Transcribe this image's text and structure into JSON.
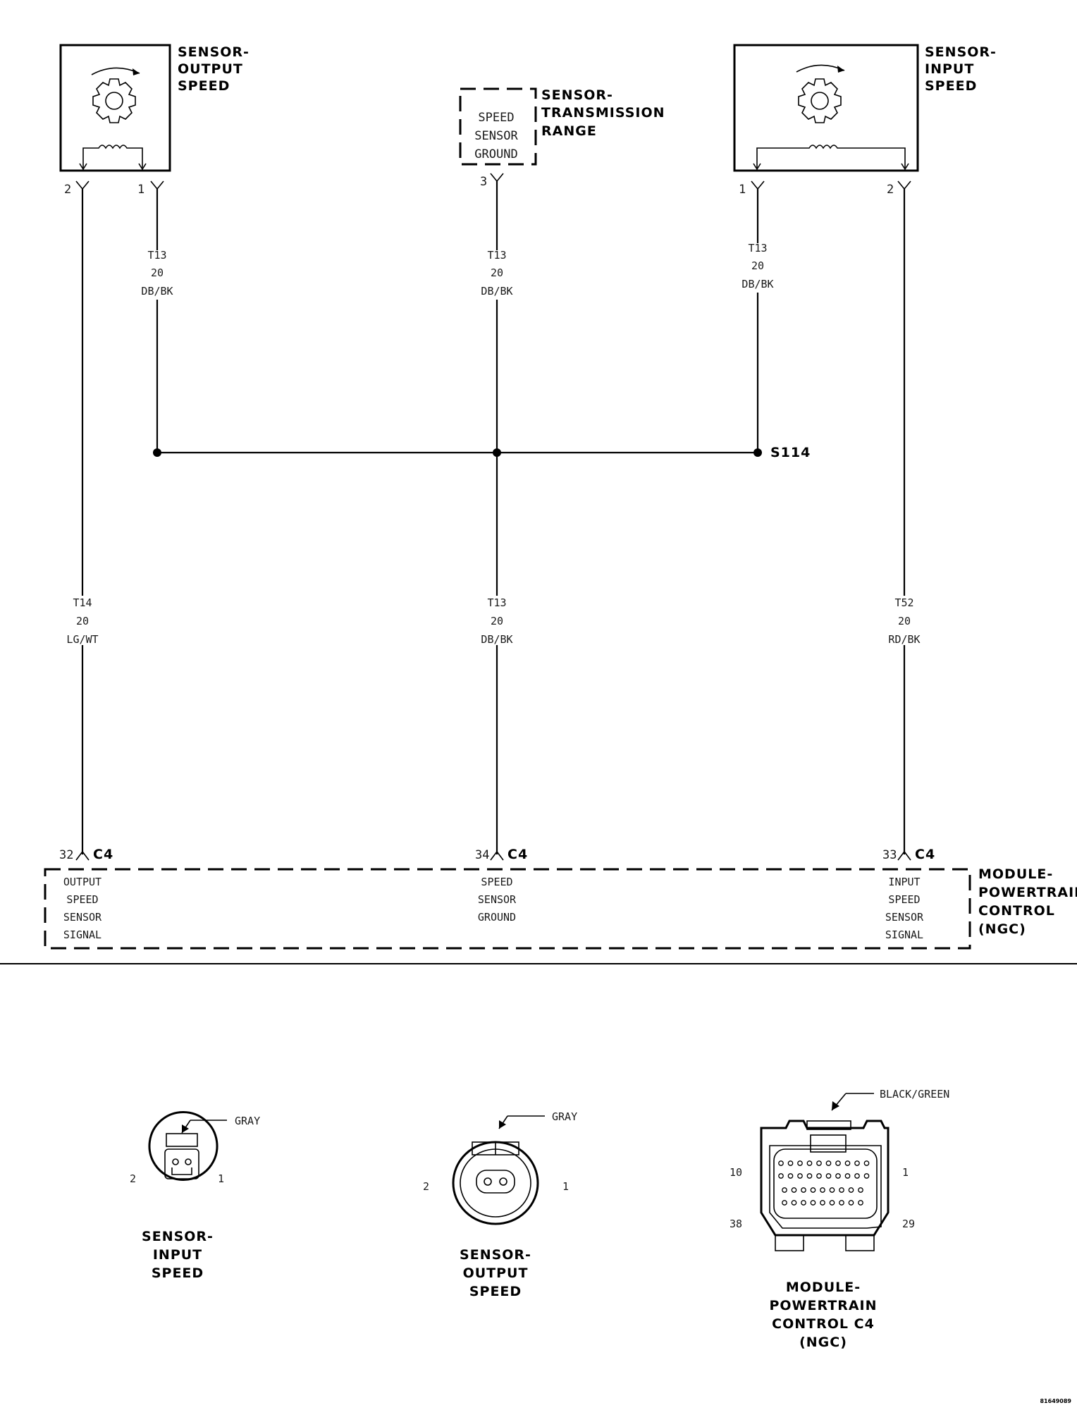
{
  "sensor_output": {
    "title": [
      "SENSOR-",
      "OUTPUT",
      "SPEED"
    ],
    "pin_a": "2",
    "pin_b": "1"
  },
  "sensor_input": {
    "title": [
      "SENSOR-",
      "INPUT",
      "SPEED"
    ],
    "pin_a": "1",
    "pin_b": "2"
  },
  "sensor_range": {
    "title": [
      "SENSOR-",
      "TRANSMISSION",
      "RANGE"
    ],
    "inner": [
      "SPEED",
      "SENSOR",
      "GROUND"
    ],
    "pin": "3"
  },
  "wires": {
    "w1": [
      "T13",
      "20",
      "DB/BK"
    ],
    "w2": [
      "T13",
      "20",
      "DB/BK"
    ],
    "w3": [
      "T13",
      "20",
      "DB/BK"
    ],
    "w_left": [
      "T14",
      "20",
      "LG/WT"
    ],
    "w_mid": [
      "T13",
      "20",
      "DB/BK"
    ],
    "w_right": [
      "T52",
      "20",
      "RD/BK"
    ]
  },
  "splice": "S114",
  "pcm": {
    "title": [
      "MODULE-",
      "POWERTRAIN",
      "CONTROL",
      "(NGC)"
    ],
    "connector": "C4",
    "pins": [
      "32",
      "34",
      "33"
    ],
    "labels_left": [
      "OUTPUT",
      "SPEED",
      "SENSOR",
      "SIGNAL"
    ],
    "labels_mid": [
      "SPEED",
      "SENSOR",
      "GROUND"
    ],
    "labels_right": [
      "INPUT",
      "SPEED",
      "SENSOR",
      "SIGNAL"
    ]
  },
  "connector_views": {
    "input": {
      "color": "GRAY",
      "pin_left": "2",
      "pin_right": "1",
      "title": [
        "SENSOR-",
        "INPUT",
        "SPEED"
      ]
    },
    "output": {
      "color": "GRAY",
      "pin_left": "2",
      "pin_right": "1",
      "title": [
        "SENSOR-",
        "OUTPUT",
        "SPEED"
      ]
    },
    "pcm": {
      "color": "BLACK/GREEN",
      "pin_tl": "10",
      "pin_tr": "1",
      "pin_bl": "38",
      "pin_br": "29",
      "title": [
        "MODULE-",
        "POWERTRAIN",
        "CONTROL C4",
        "(NGC)"
      ]
    }
  },
  "figure_id": "81649089"
}
